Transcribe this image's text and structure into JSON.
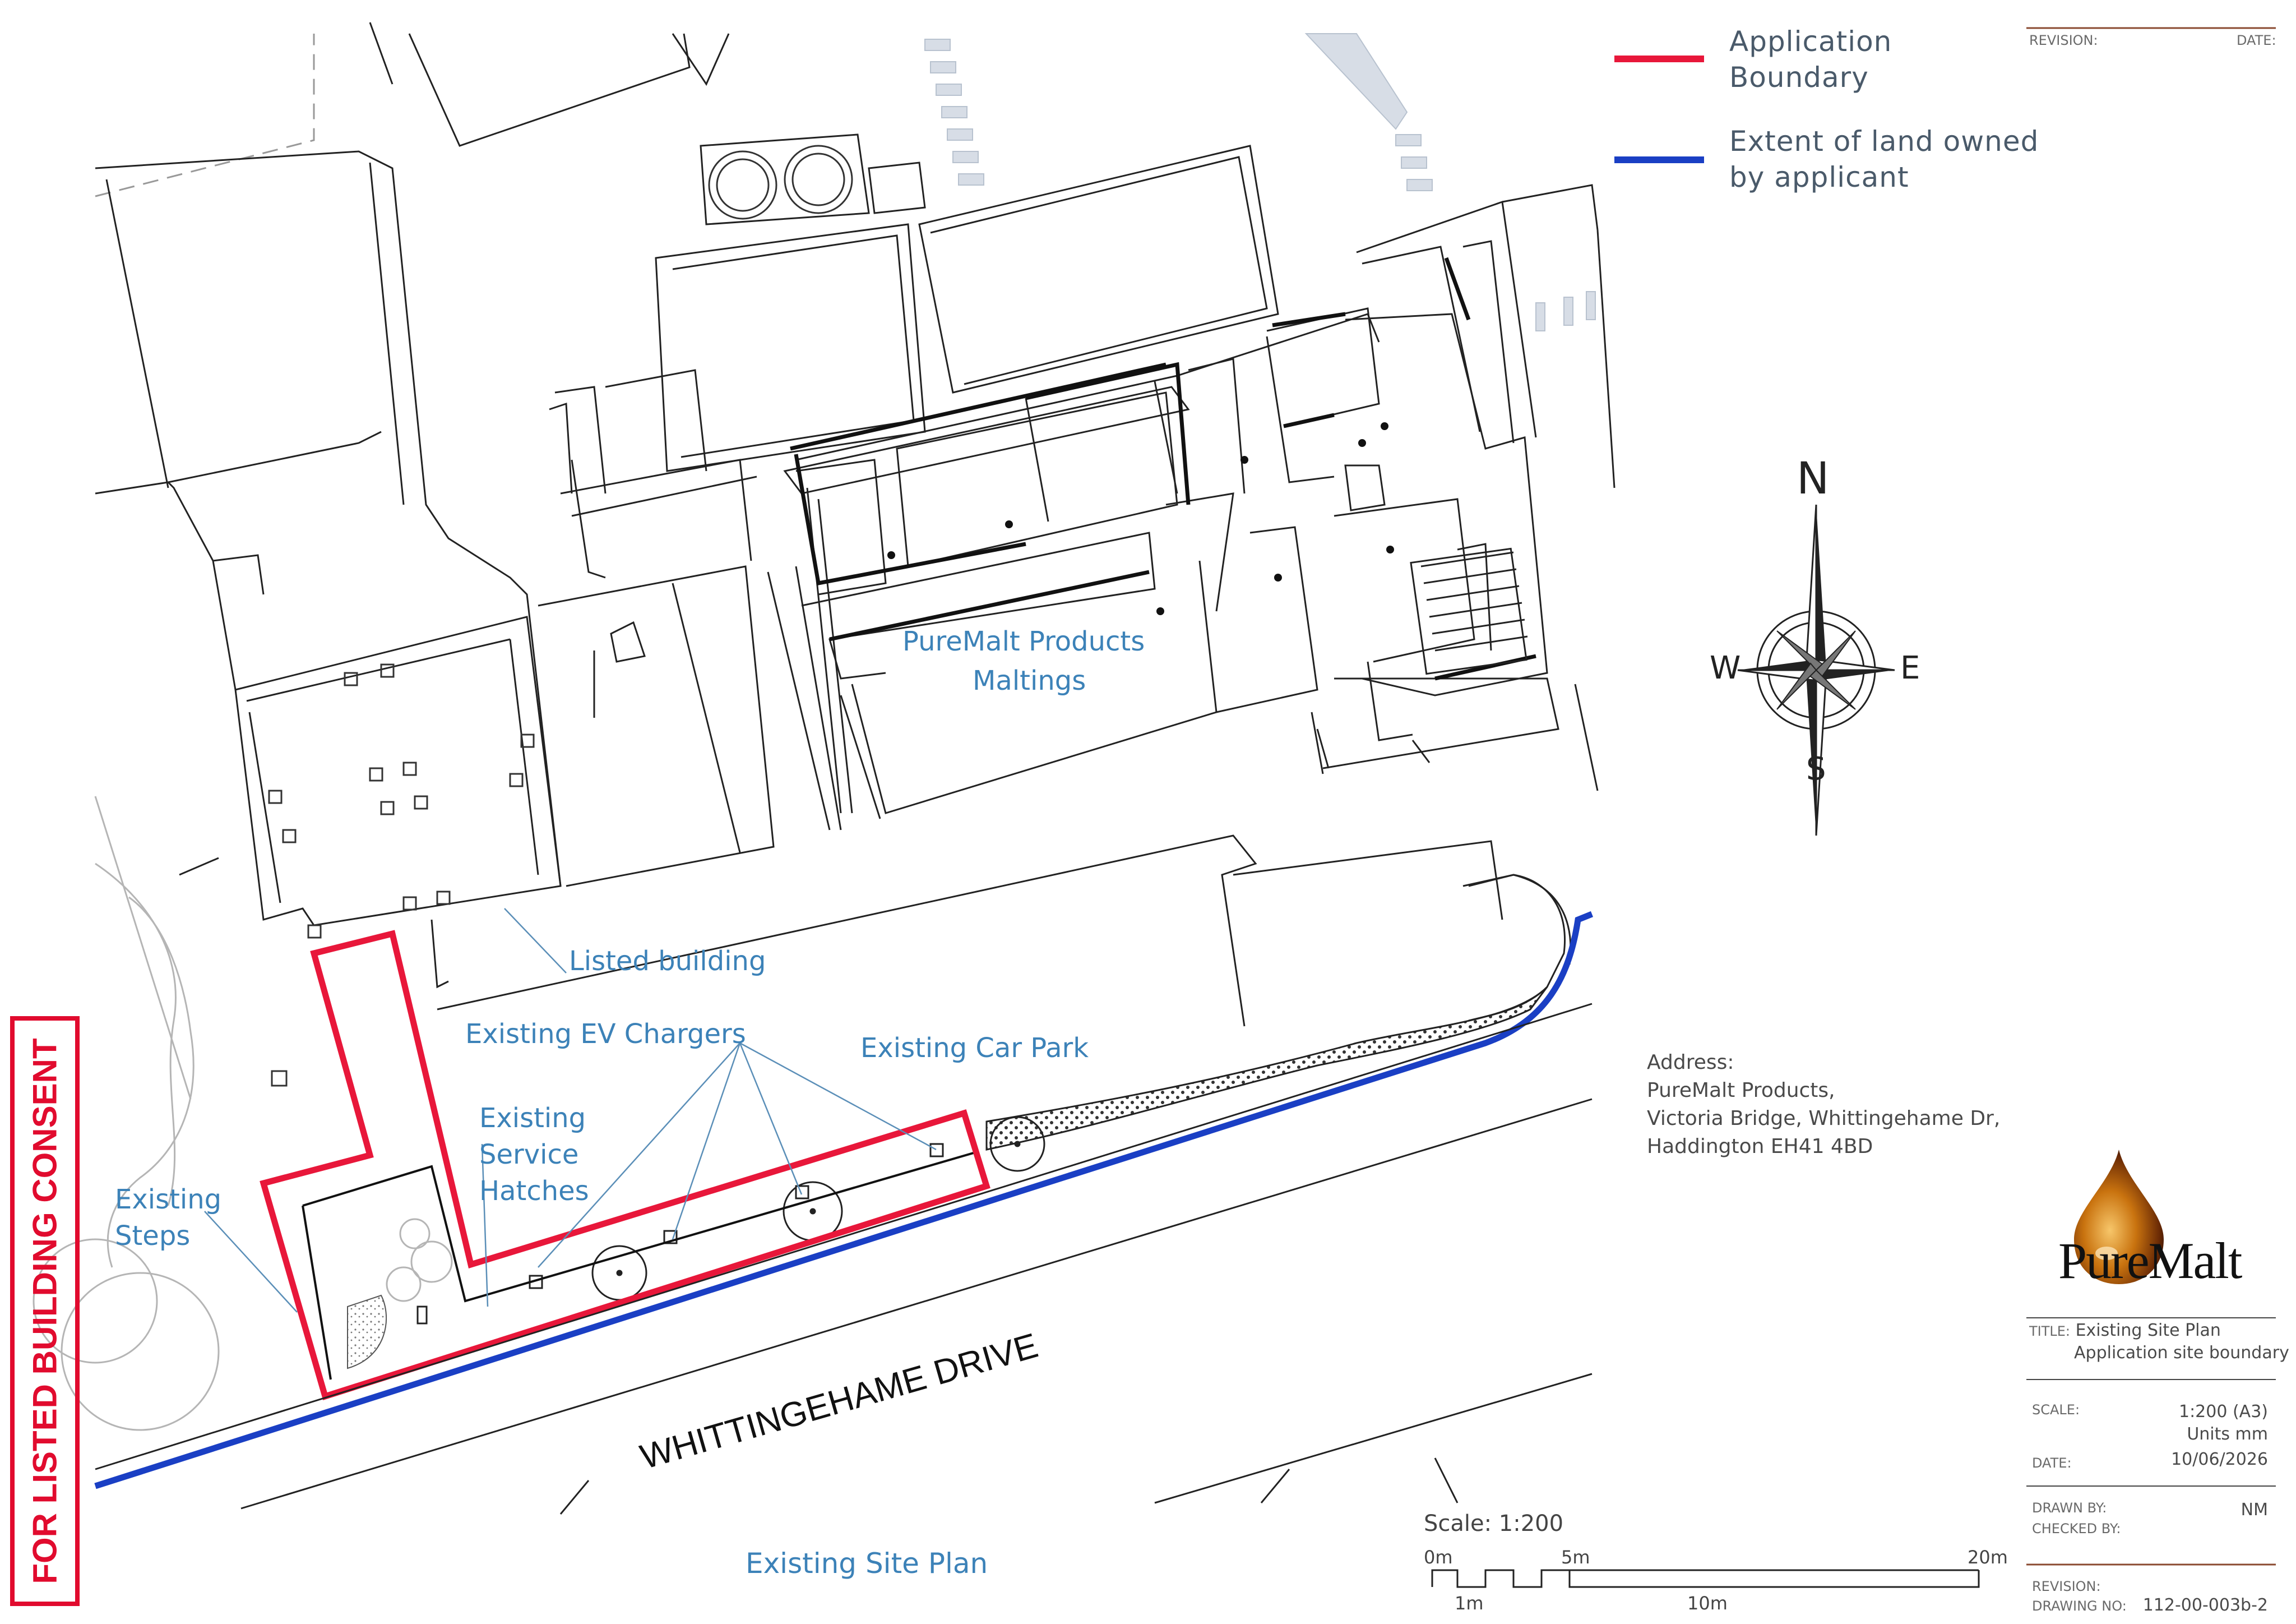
{
  "legend": {
    "application_boundary": {
      "label_line1": "Application",
      "label_line2": "Boundary",
      "color": "#e8173a"
    },
    "land_owned": {
      "label_line1": "Extent of land owned",
      "label_line2": "by applicant",
      "color": "#1a3fc4"
    }
  },
  "compass": {
    "north": "N",
    "south": "S",
    "east": "E",
    "west": "W"
  },
  "plan_labels": {
    "building_name_line1": "PureMalt Products",
    "building_name_line2": "Maltings",
    "listed_building": "Listed building",
    "ev_chargers": "Existing EV Chargers",
    "car_park": "Existing Car Park",
    "service_hatches_line1": "Existing",
    "service_hatches_line2": "Service",
    "service_hatches_line3": "Hatches",
    "steps_line1": "Existing",
    "steps_line2": "Steps",
    "road_name": "WHITTINGEHAME DRIVE",
    "drawing_caption": "Existing Site Plan"
  },
  "scale_bar": {
    "title": "Scale: 1:200",
    "ticks_top": [
      "0m",
      "5m",
      "20m"
    ],
    "ticks_bottom": [
      "1m",
      "10m"
    ]
  },
  "address": {
    "heading": "Address:",
    "line1": "PureMalt Products,",
    "line2": "Victoria Bridge, Whittingehame Dr,",
    "line3": "Haddington EH41 4BD"
  },
  "title_block": {
    "revision_label": "REVISION:",
    "date_label": "DATE:",
    "logo_text": "PureMalt",
    "title_label": "TITLE:",
    "title_line1": "Existing Site Plan",
    "title_line2": "Application site boundary",
    "scale_label": "SCALE:",
    "scale_value": "1:200 (A3)",
    "units_value": "Units mm",
    "date_label2": "DATE:",
    "date_value": "10/06/2026",
    "drawn_by_label": "DRAWN BY:",
    "drawn_by_value": "NM",
    "checked_by_label": "CHECKED BY:",
    "revision_label2": "REVISION:",
    "drawing_no_label": "DRAWING NO:",
    "drawing_no_value": "112-00-003b-2"
  },
  "stamp": {
    "text": "FOR LISTED BUILDING CONSENT",
    "color": "#e10b2e"
  }
}
